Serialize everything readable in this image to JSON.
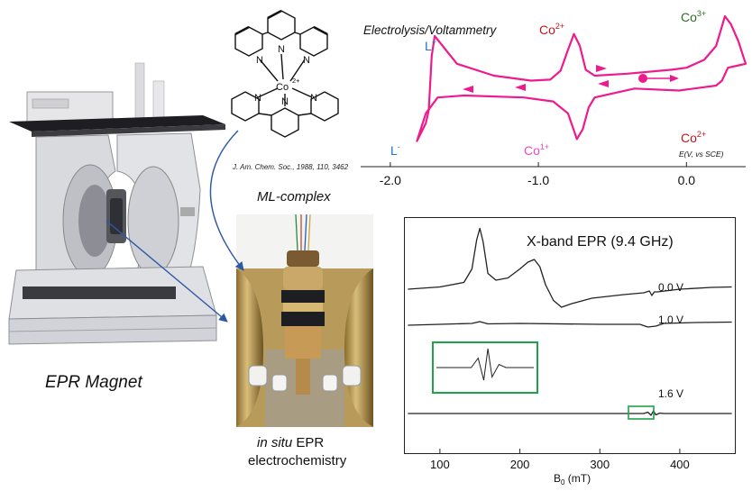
{
  "left": {
    "magnet_label": "EPR Magnet"
  },
  "complex": {
    "metal_label": "Co",
    "metal_charge": "2+",
    "atom_label": "N",
    "reference": "J. Am. Chem. Soc., 1988, 110, 3462",
    "caption": "ML-complex"
  },
  "insitu": {
    "line1_italic": "in situ",
    "line1_rest": " EPR",
    "line2": "electrochemistry"
  },
  "cv": {
    "title": "Electrolysis/Voltammetry",
    "species": {
      "L_plus": "L",
      "L_plus_sup": "+",
      "L_minus": "L",
      "L_minus_sup": "-",
      "co2_top": "Co",
      "co2_top_sup": "2+",
      "co3": "Co",
      "co3_sup": "3+",
      "co1": "Co",
      "co1_sup": "1+",
      "co2_bottom": "Co",
      "co2_bottom_sup": "2+"
    },
    "axis_caption": "E(V, vs SCE)",
    "colors": {
      "trace": "#ee1b8d",
      "co_red": "#c0141c",
      "co3_green": "#2e6b2a",
      "co1_pink": "#ee47c8",
      "ligand_blue": "#1f74c8"
    }
  },
  "chart_data": [
    {
      "type": "line",
      "title": "Electrolysis/Voltammetry",
      "xlabel": "E(V, vs SCE)",
      "x_ticks": [
        "-2.0",
        "-1.0",
        "0.0"
      ],
      "xlim": [
        -2.2,
        0.4
      ],
      "series": [
        {
          "x": [
            -1.74,
            -1.72,
            -1.7,
            -1.55,
            -1.3,
            -1.05,
            -0.92,
            -0.85,
            -0.8,
            -0.76,
            -0.72,
            -0.68,
            -0.62,
            -0.4,
            -0.1,
            0.0,
            0.12,
            0.2,
            0.23,
            0.26,
            0.3,
            0.35,
            0.4,
            0.34,
            0.28,
            0.24,
            0.2,
            0.1,
            -0.05,
            -0.35,
            -0.62,
            -0.66,
            -0.7,
            -0.74,
            -0.8,
            -0.9,
            -1.1,
            -1.5,
            -1.68,
            -1.76,
            -1.82,
            -1.76,
            -1.74
          ],
          "y": [
            0.25,
            0.8,
            1.0,
            0.72,
            0.6,
            0.55,
            0.56,
            0.65,
            0.86,
            1.02,
            0.9,
            0.66,
            0.6,
            0.62,
            0.66,
            0.68,
            0.76,
            0.9,
            1.05,
            1.2,
            1.12,
            0.95,
            0.72,
            0.7,
            0.68,
            0.55,
            0.5,
            0.48,
            0.45,
            0.47,
            0.38,
            0.28,
            0.06,
            -0.04,
            0.22,
            0.34,
            0.38,
            0.4,
            0.38,
            0.22,
            -0.06,
            0.12,
            0.25
          ]
        }
      ]
    },
    {
      "type": "line",
      "title": "X-band EPR (9.4 GHz)",
      "xlabel": "B0 (mT)",
      "x_ticks": [
        100,
        200,
        300,
        400
      ],
      "xlim": [
        55,
        470
      ],
      "series": [
        {
          "name": "0.0 V",
          "x": [
            60,
            100,
            130,
            140,
            146,
            150,
            154,
            160,
            170,
            185,
            200,
            210,
            218,
            225,
            232,
            242,
            252,
            265,
            290,
            330,
            355,
            362,
            365,
            368,
            372,
            400,
            440,
            465
          ],
          "y": [
            0.0,
            0.05,
            0.15,
            0.45,
            1.1,
            1.35,
            1.05,
            0.35,
            0.2,
            0.25,
            0.45,
            0.6,
            0.66,
            0.5,
            0.1,
            -0.25,
            -0.4,
            -0.32,
            -0.2,
            -0.12,
            -0.08,
            -0.04,
            -0.14,
            -0.06,
            -0.06,
            0.0,
            0.04,
            0.05
          ]
        },
        {
          "name": "1.0 V",
          "x": [
            60,
            100,
            140,
            150,
            160,
            200,
            300,
            350,
            360,
            370,
            380,
            420,
            465
          ],
          "y": [
            0.0,
            0.02,
            0.04,
            0.08,
            0.03,
            0.04,
            0.02,
            0.02,
            -0.04,
            -0.02,
            0.04,
            0.06,
            0.07
          ]
        },
        {
          "name": "1.6 V",
          "x": [
            60,
            200,
            300,
            355,
            360,
            364,
            367,
            370,
            375,
            380,
            420,
            465
          ],
          "y": [
            0.0,
            0.0,
            0.0,
            0.0,
            0.03,
            -0.04,
            0.06,
            -0.03,
            0.01,
            0.0,
            0.0,
            0.0
          ]
        }
      ]
    }
  ],
  "epr": {
    "title": "X-band EPR (9.4 GHz)",
    "labels": [
      "0.0 V",
      "1.0 V",
      "1.6 V"
    ],
    "x_ticks": [
      "100",
      "200",
      "300",
      "400"
    ],
    "xlabel_main": "B",
    "xlabel_sub": "0",
    "xlabel_rest": " (mT)",
    "colors": {
      "trace": "#222222",
      "inset_box": "#1fa34a"
    }
  }
}
